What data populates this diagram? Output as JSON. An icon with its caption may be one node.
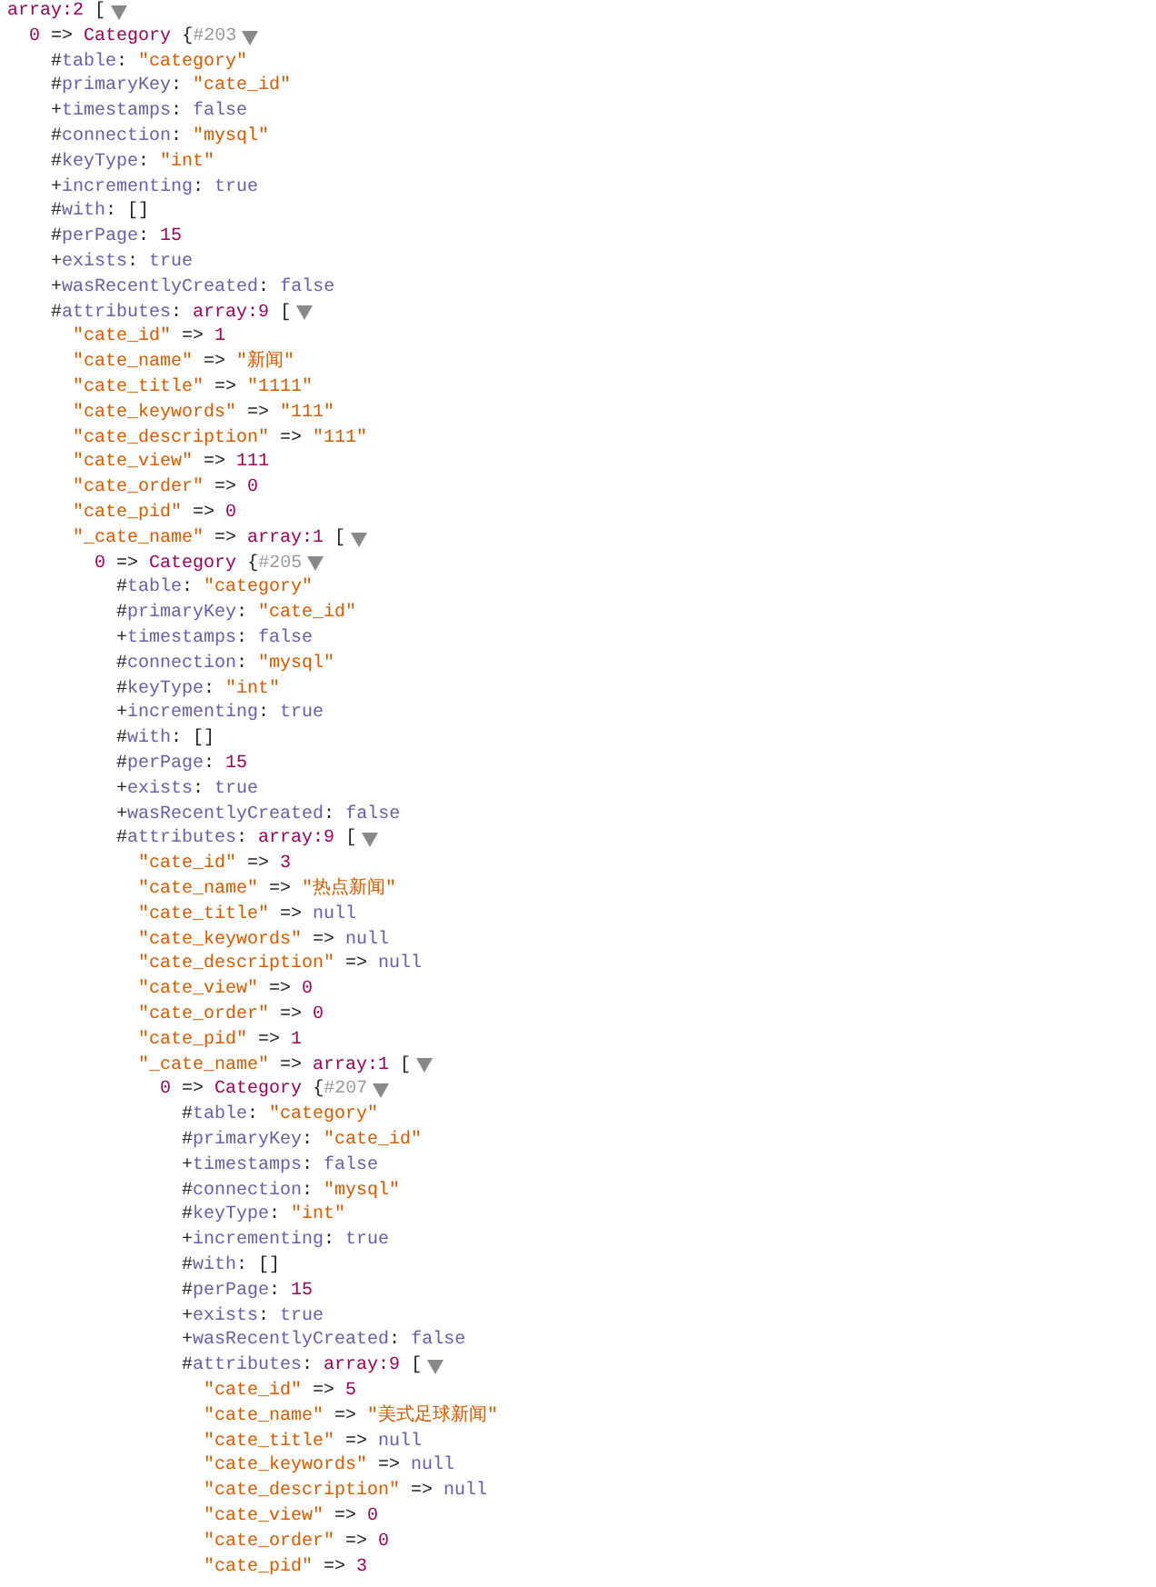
{
  "diagram": {
    "labels": [
      "array:2 [",
      "0 => Category {#203",
      "#table: \"category\"",
      "#primaryKey: \"cate_id\"",
      "+timestamps: false",
      "#connection: \"mysql\"",
      "#keyType: \"int\"",
      "+incrementing: true",
      "#with: []",
      "#perPage: 15",
      "+exists: true",
      "+wasRecentlyCreated: false",
      "#attributes: array:9 [",
      "\"cate_id\" => 1",
      "\"cate_name\" => \"新闻\"",
      "\"cate_title\" => \"1111\"",
      "\"cate_keywords\" => \"111\"",
      "\"cate_description\" => \"111\"",
      "\"cate_view\" => 111",
      "\"cate_order\" => 0",
      "\"cate_pid\" => 0",
      "\"_cate_name\" => array:1 [",
      "0 => Category {#205",
      "#table: \"category\"",
      "#primaryKey: \"cate_id\"",
      "+timestamps: false",
      "#connection: \"mysql\"",
      "#keyType: \"int\"",
      "+incrementing: true",
      "#with: []",
      "#perPage: 15",
      "+exists: true",
      "+wasRecentlyCreated: false",
      "#attributes: array:9 [",
      "\"cate_id\" => 3",
      "\"cate_name\" => \"热点新闻\"",
      "\"cate_title\" => null",
      "\"cate_keywords\" => null",
      "\"cate_description\" => null",
      "\"cate_view\" => 0",
      "\"cate_order\" => 0",
      "\"cate_pid\" => 1",
      "\"_cate_name\" => array:1 [",
      "0 => Category {#207",
      "#table: \"category\"",
      "#primaryKey: \"cate_id\"",
      "+timestamps: false",
      "#connection: \"mysql\"",
      "#keyType: \"int\"",
      "+incrementing: true",
      "#with: []",
      "#perPage: 15",
      "+exists: true",
      "+wasRecentlyCreated: false",
      "#attributes: array:9 [",
      "\"cate_id\" => 5",
      "\"cate_name\" => \"美式足球新闻\"",
      "\"cate_title\" => null",
      "\"cate_keywords\" => null",
      "\"cate_description\" => null",
      "\"cate_view\" => 0",
      "\"cate_order\" => 0",
      "\"cate_pid\" => 3"
    ]
  }
}
